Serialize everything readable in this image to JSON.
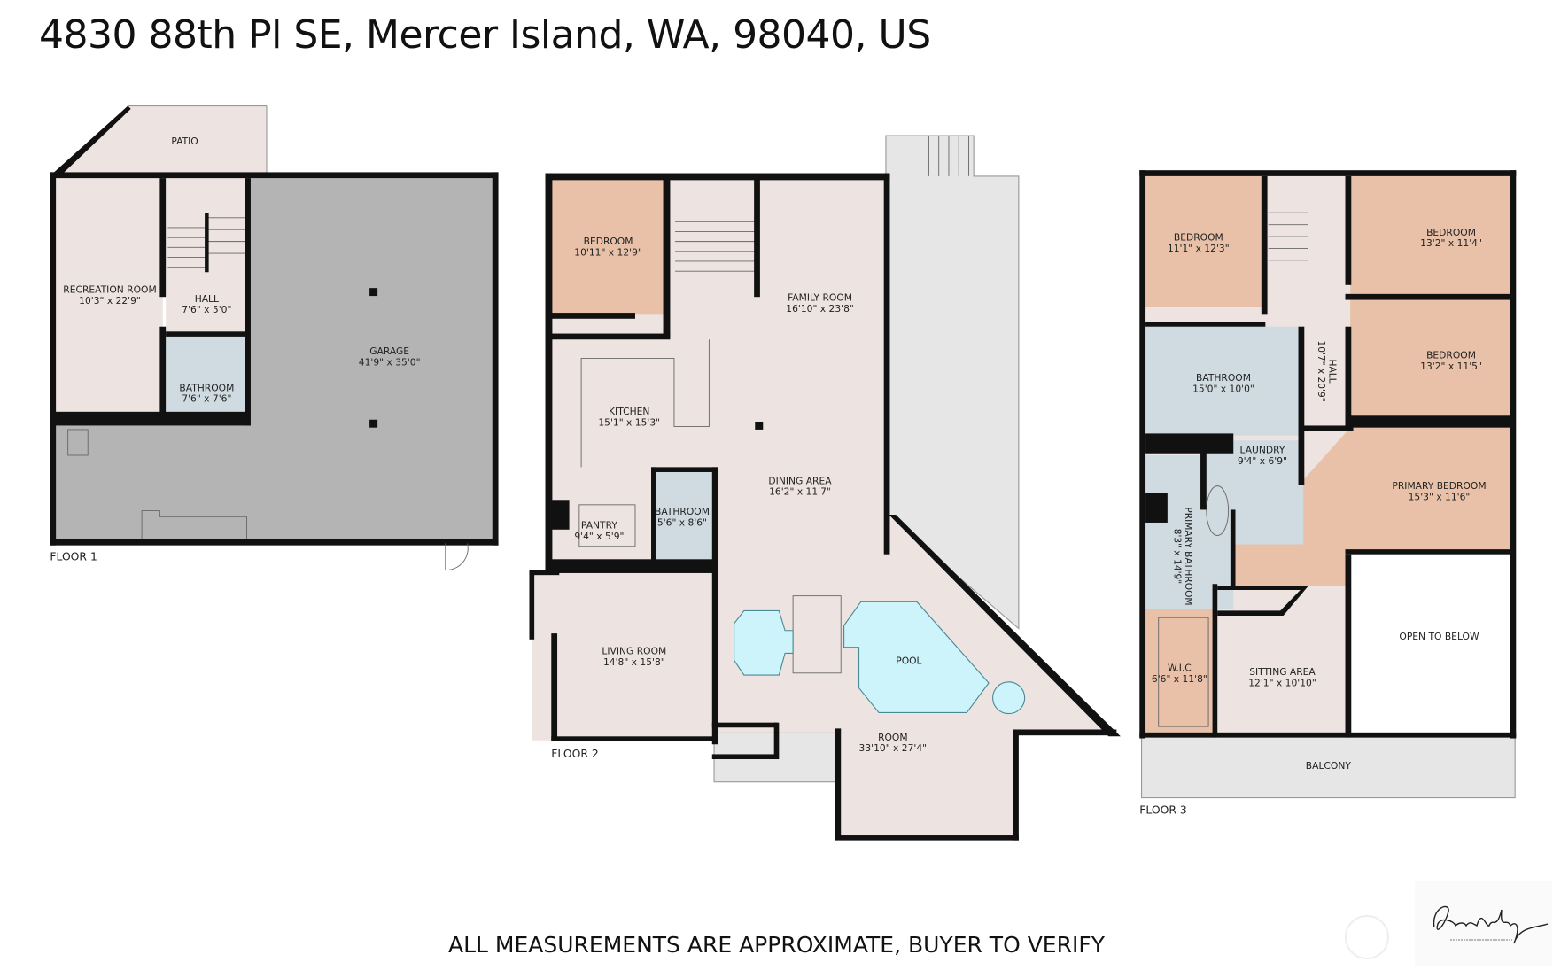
{
  "title": "4830 88th Pl SE, Mercer Island, WA, 98040, US",
  "footer": "ALL MEASUREMENTS ARE APPROXIMATE, BUYER TO VERIFY",
  "watermark": {
    "signature": "Gordon Wang",
    "subtitle": "GORDON WANG PHOTOGRAPHY"
  },
  "colors": {
    "wall": "#111111",
    "floor": "#ede4e1",
    "bedroom": "#e8c1a8",
    "bathroom": "#cfdbe0",
    "garage": "#b4b4b4",
    "pool": "#cdf4fb",
    "deck": "#e6e6e6"
  },
  "floors": [
    {
      "label": "FLOOR 1",
      "rooms": [
        {
          "name": "PATIO",
          "dims": ""
        },
        {
          "name": "RECREATION ROOM",
          "dims": "10'3\" x 22'9\""
        },
        {
          "name": "HALL",
          "dims": "7'6\" x 5'0\""
        },
        {
          "name": "BATHROOM",
          "dims": "7'6\" x 7'6\""
        },
        {
          "name": "GARAGE",
          "dims": "41'9\" x 35'0\""
        }
      ]
    },
    {
      "label": "FLOOR 2",
      "rooms": [
        {
          "name": "BEDROOM",
          "dims": "10'11\" x 12'9\""
        },
        {
          "name": "FAMILY ROOM",
          "dims": "16'10\" x 23'8\""
        },
        {
          "name": "KITCHEN",
          "dims": "15'1\" x 15'3\""
        },
        {
          "name": "DINING AREA",
          "dims": "16'2\" x 11'7\""
        },
        {
          "name": "PANTRY",
          "dims": "9'4\" x 5'9\""
        },
        {
          "name": "BATHROOM",
          "dims": "5'6\" x 8'6\""
        },
        {
          "name": "LIVING ROOM",
          "dims": "14'8\" x 15'8\""
        },
        {
          "name": "POOL",
          "dims": ""
        },
        {
          "name": "ROOM",
          "dims": "33'10\" x 27'4\""
        }
      ]
    },
    {
      "label": "FLOOR 3",
      "rooms": [
        {
          "name": "BEDROOM",
          "dims": "11'1\" x 12'3\""
        },
        {
          "name": "BEDROOM",
          "dims": "13'2\" x 11'4\""
        },
        {
          "name": "BEDROOM",
          "dims": "13'2\" x 11'5\""
        },
        {
          "name": "BATHROOM",
          "dims": "15'0\" x 10'0\""
        },
        {
          "name": "HALL",
          "dims": "10'7\" x 20'9\""
        },
        {
          "name": "LAUNDRY",
          "dims": "9'4\" x 6'9\""
        },
        {
          "name": "PRIMARY BEDROOM",
          "dims": "15'3\" x 11'6\""
        },
        {
          "name": "PRIMARY BATHROOM",
          "dims": "8'3\" x 14'9\""
        },
        {
          "name": "W.I.C",
          "dims": "6'6\" x 11'8\""
        },
        {
          "name": "SITTING AREA",
          "dims": "12'1\" x 10'10\""
        },
        {
          "name": "OPEN TO BELOW",
          "dims": ""
        },
        {
          "name": "BALCONY",
          "dims": ""
        }
      ]
    }
  ]
}
